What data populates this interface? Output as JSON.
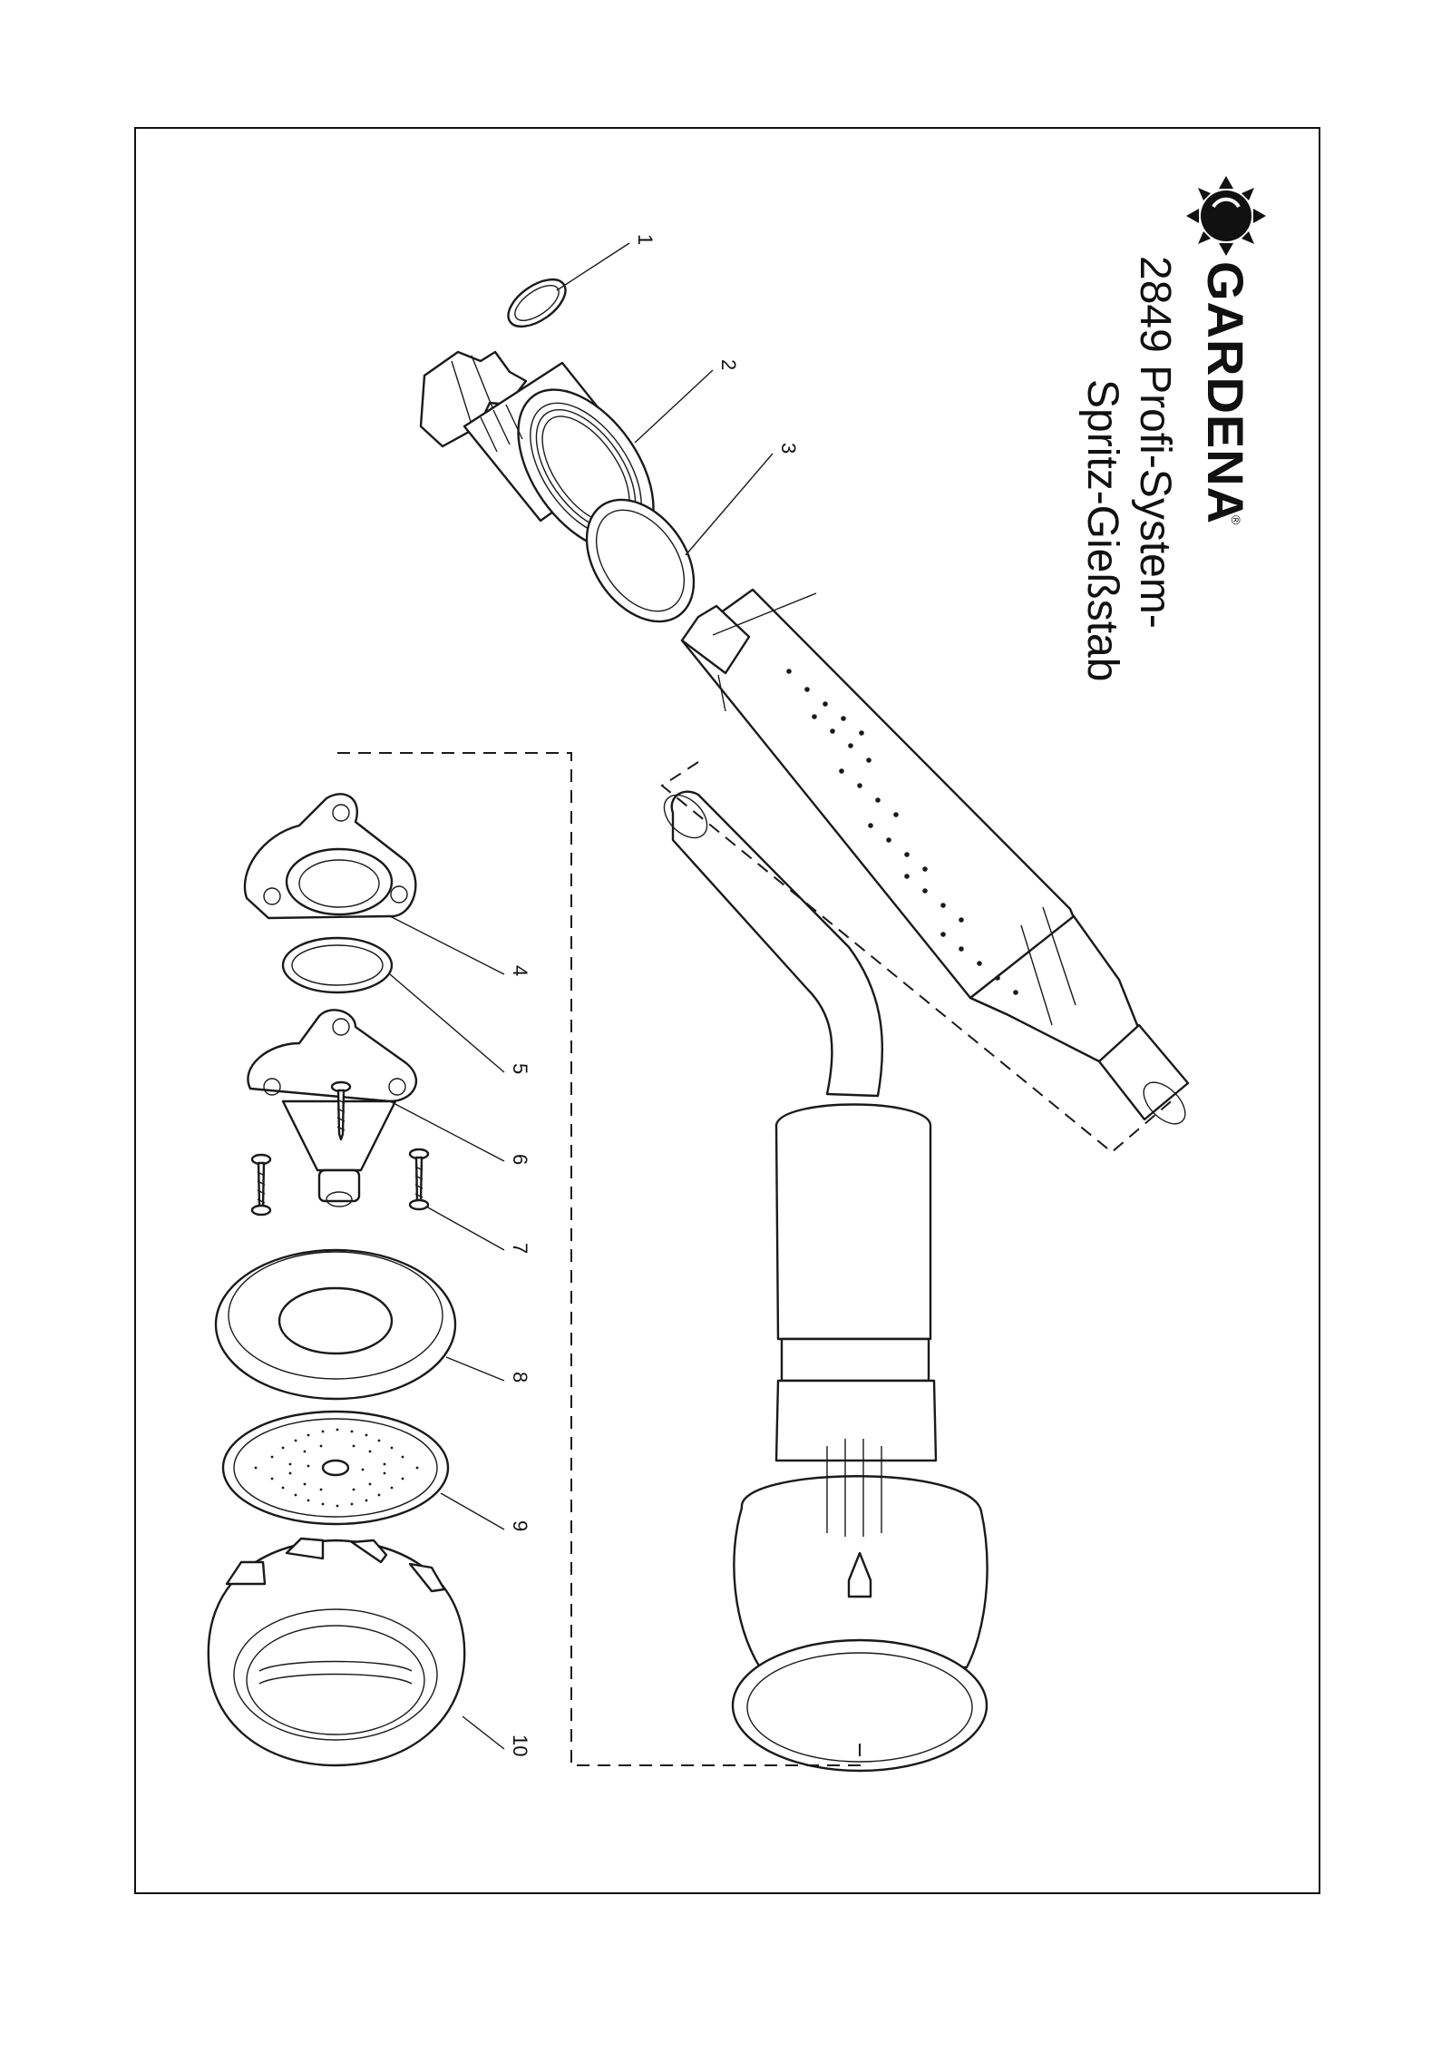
{
  "header": {
    "brand": "GARDENA",
    "registered_mark": "®",
    "title_line1": "2849 Profi-System-",
    "title_line2": "Spritz-Gießstab"
  },
  "callouts": [
    "1",
    "2",
    "3",
    "4",
    "5",
    "6",
    "7",
    "8",
    "9",
    "10"
  ],
  "icons": {
    "logo": "gardena-sun-logo-icon"
  }
}
